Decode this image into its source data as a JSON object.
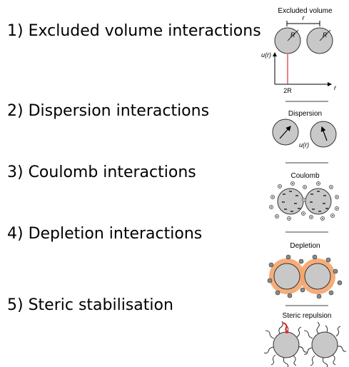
{
  "list": [
    "1) Excluded volume interactions",
    "2) Dispersion interactions",
    "3) Coulomb interactions",
    "4) Depletion interactions",
    "5) Steric stabilisation"
  ],
  "panels": {
    "excluded": {
      "title": "Excluded volume",
      "r_label": "r",
      "R_label": "R",
      "u_axis": "u(r)",
      "two_R": "2R",
      "x_axis": "r"
    },
    "dispersion": {
      "title": "Dispersion",
      "u_label": "u(r)"
    },
    "coulomb": {
      "title": "Coulomb"
    },
    "depletion": {
      "title": "Depletion"
    },
    "steric": {
      "title": "Steric repulsion"
    }
  },
  "colors": {
    "particle": "#c8c8c8",
    "depletion_halo": "#f4a46a",
    "potential_wall": "#e03030",
    "steric_arrow": "#e02020"
  }
}
